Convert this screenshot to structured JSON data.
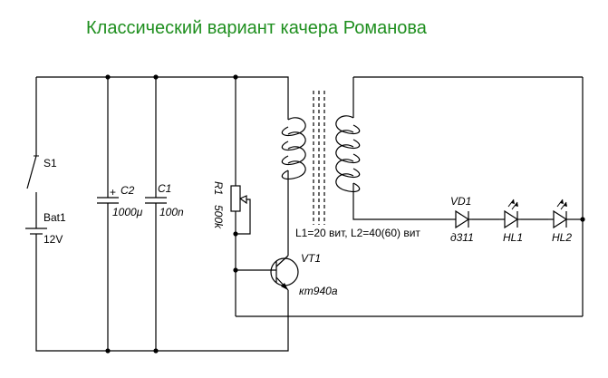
{
  "title": "Классический вариант качера Романова",
  "title_color": "#1f8f1f",
  "labels": {
    "s1": "S1",
    "bat1": "Bat1",
    "bat_voltage": "12V",
    "c2": "C2",
    "c2_value": "1000μ",
    "c2_plus": "+",
    "c1": "C1",
    "c1_value": "100n",
    "r1": "R1",
    "r1_value": "500k",
    "winding_note": "L1=20 вит, L2=40(60) вит",
    "vt1": "VT1",
    "vt1_type": "кт940а",
    "vd1": "VD1",
    "vd1_type": "д311",
    "hl1": "HL1",
    "hl2": "HL2"
  }
}
